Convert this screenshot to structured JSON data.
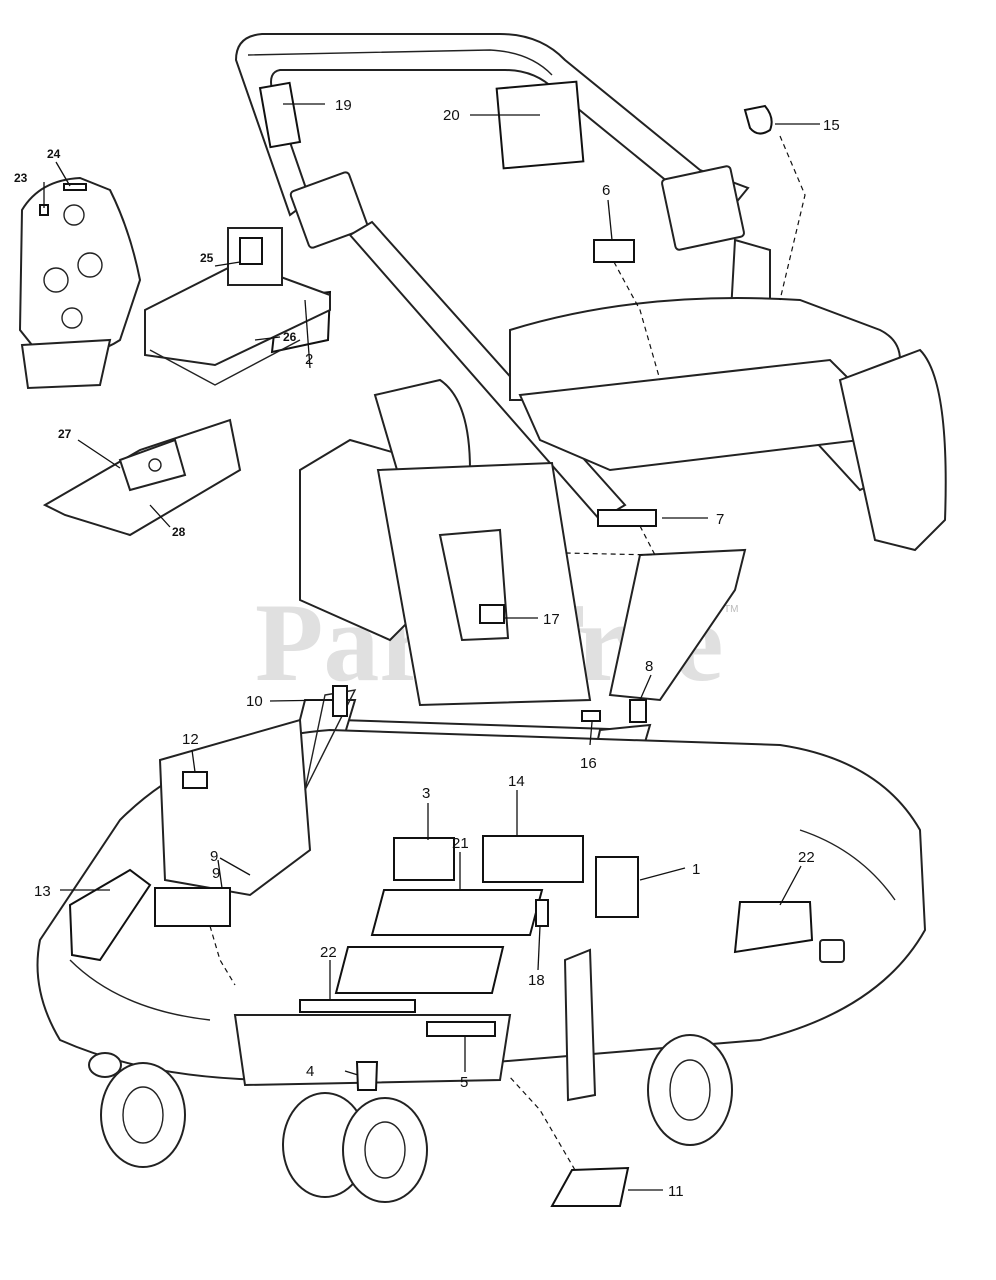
{
  "watermark": {
    "text": "PartsTree",
    "trademark": "TM"
  },
  "callouts": {
    "c1": "1",
    "c2": "2",
    "c3": "3",
    "c4": "4",
    "c5": "5",
    "c6": "6",
    "c7": "7",
    "c8": "8",
    "c9a": "9",
    "c9b": "9",
    "c10": "10",
    "c11": "11",
    "c12": "12",
    "c13": "13",
    "c14": "14",
    "c15": "15",
    "c16": "16",
    "c17": "17",
    "c18": "18",
    "c19": "19",
    "c20": "20",
    "c21a": "21",
    "c21b": "21",
    "c22a": "22",
    "c22b": "22",
    "c23": "23",
    "c24": "24",
    "c25": "25",
    "c26": "26",
    "c27": "27",
    "c28": "28"
  }
}
